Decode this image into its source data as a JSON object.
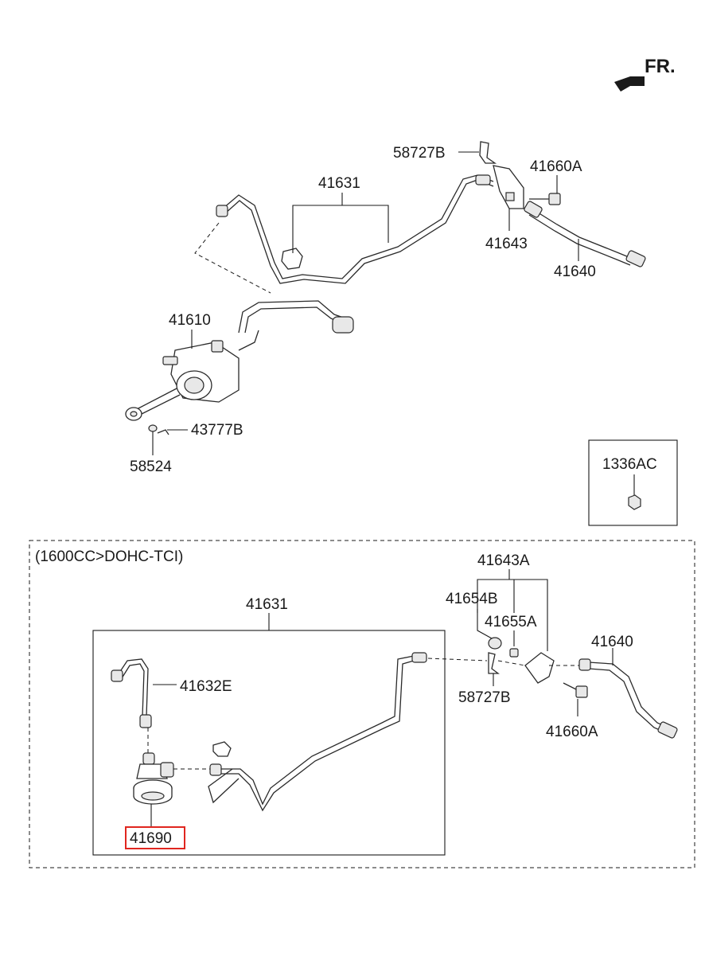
{
  "direction_label": "FR.",
  "top_assembly": {
    "labels": {
      "bracket_clip": "58727B",
      "bolt": "41660A",
      "pipe": "41631",
      "bracket": "41643",
      "hose": "41640",
      "master_cylinder": "41610",
      "pin": "43777B",
      "clevis": "58524"
    }
  },
  "nut_callout": {
    "label": "1336AC"
  },
  "variant": {
    "title": "(1600CC>DOHC-TCI)",
    "labels": {
      "pipe": "41631",
      "bracket_assy": "41643A",
      "grommet": "41654B",
      "nut": "41655A",
      "hose": "41640",
      "pipe_short": "41632E",
      "clip": "58727B",
      "bolt": "41660A",
      "reservoir": "41690"
    },
    "highlighted": "41690",
    "highlight_color": "#e0261f"
  }
}
